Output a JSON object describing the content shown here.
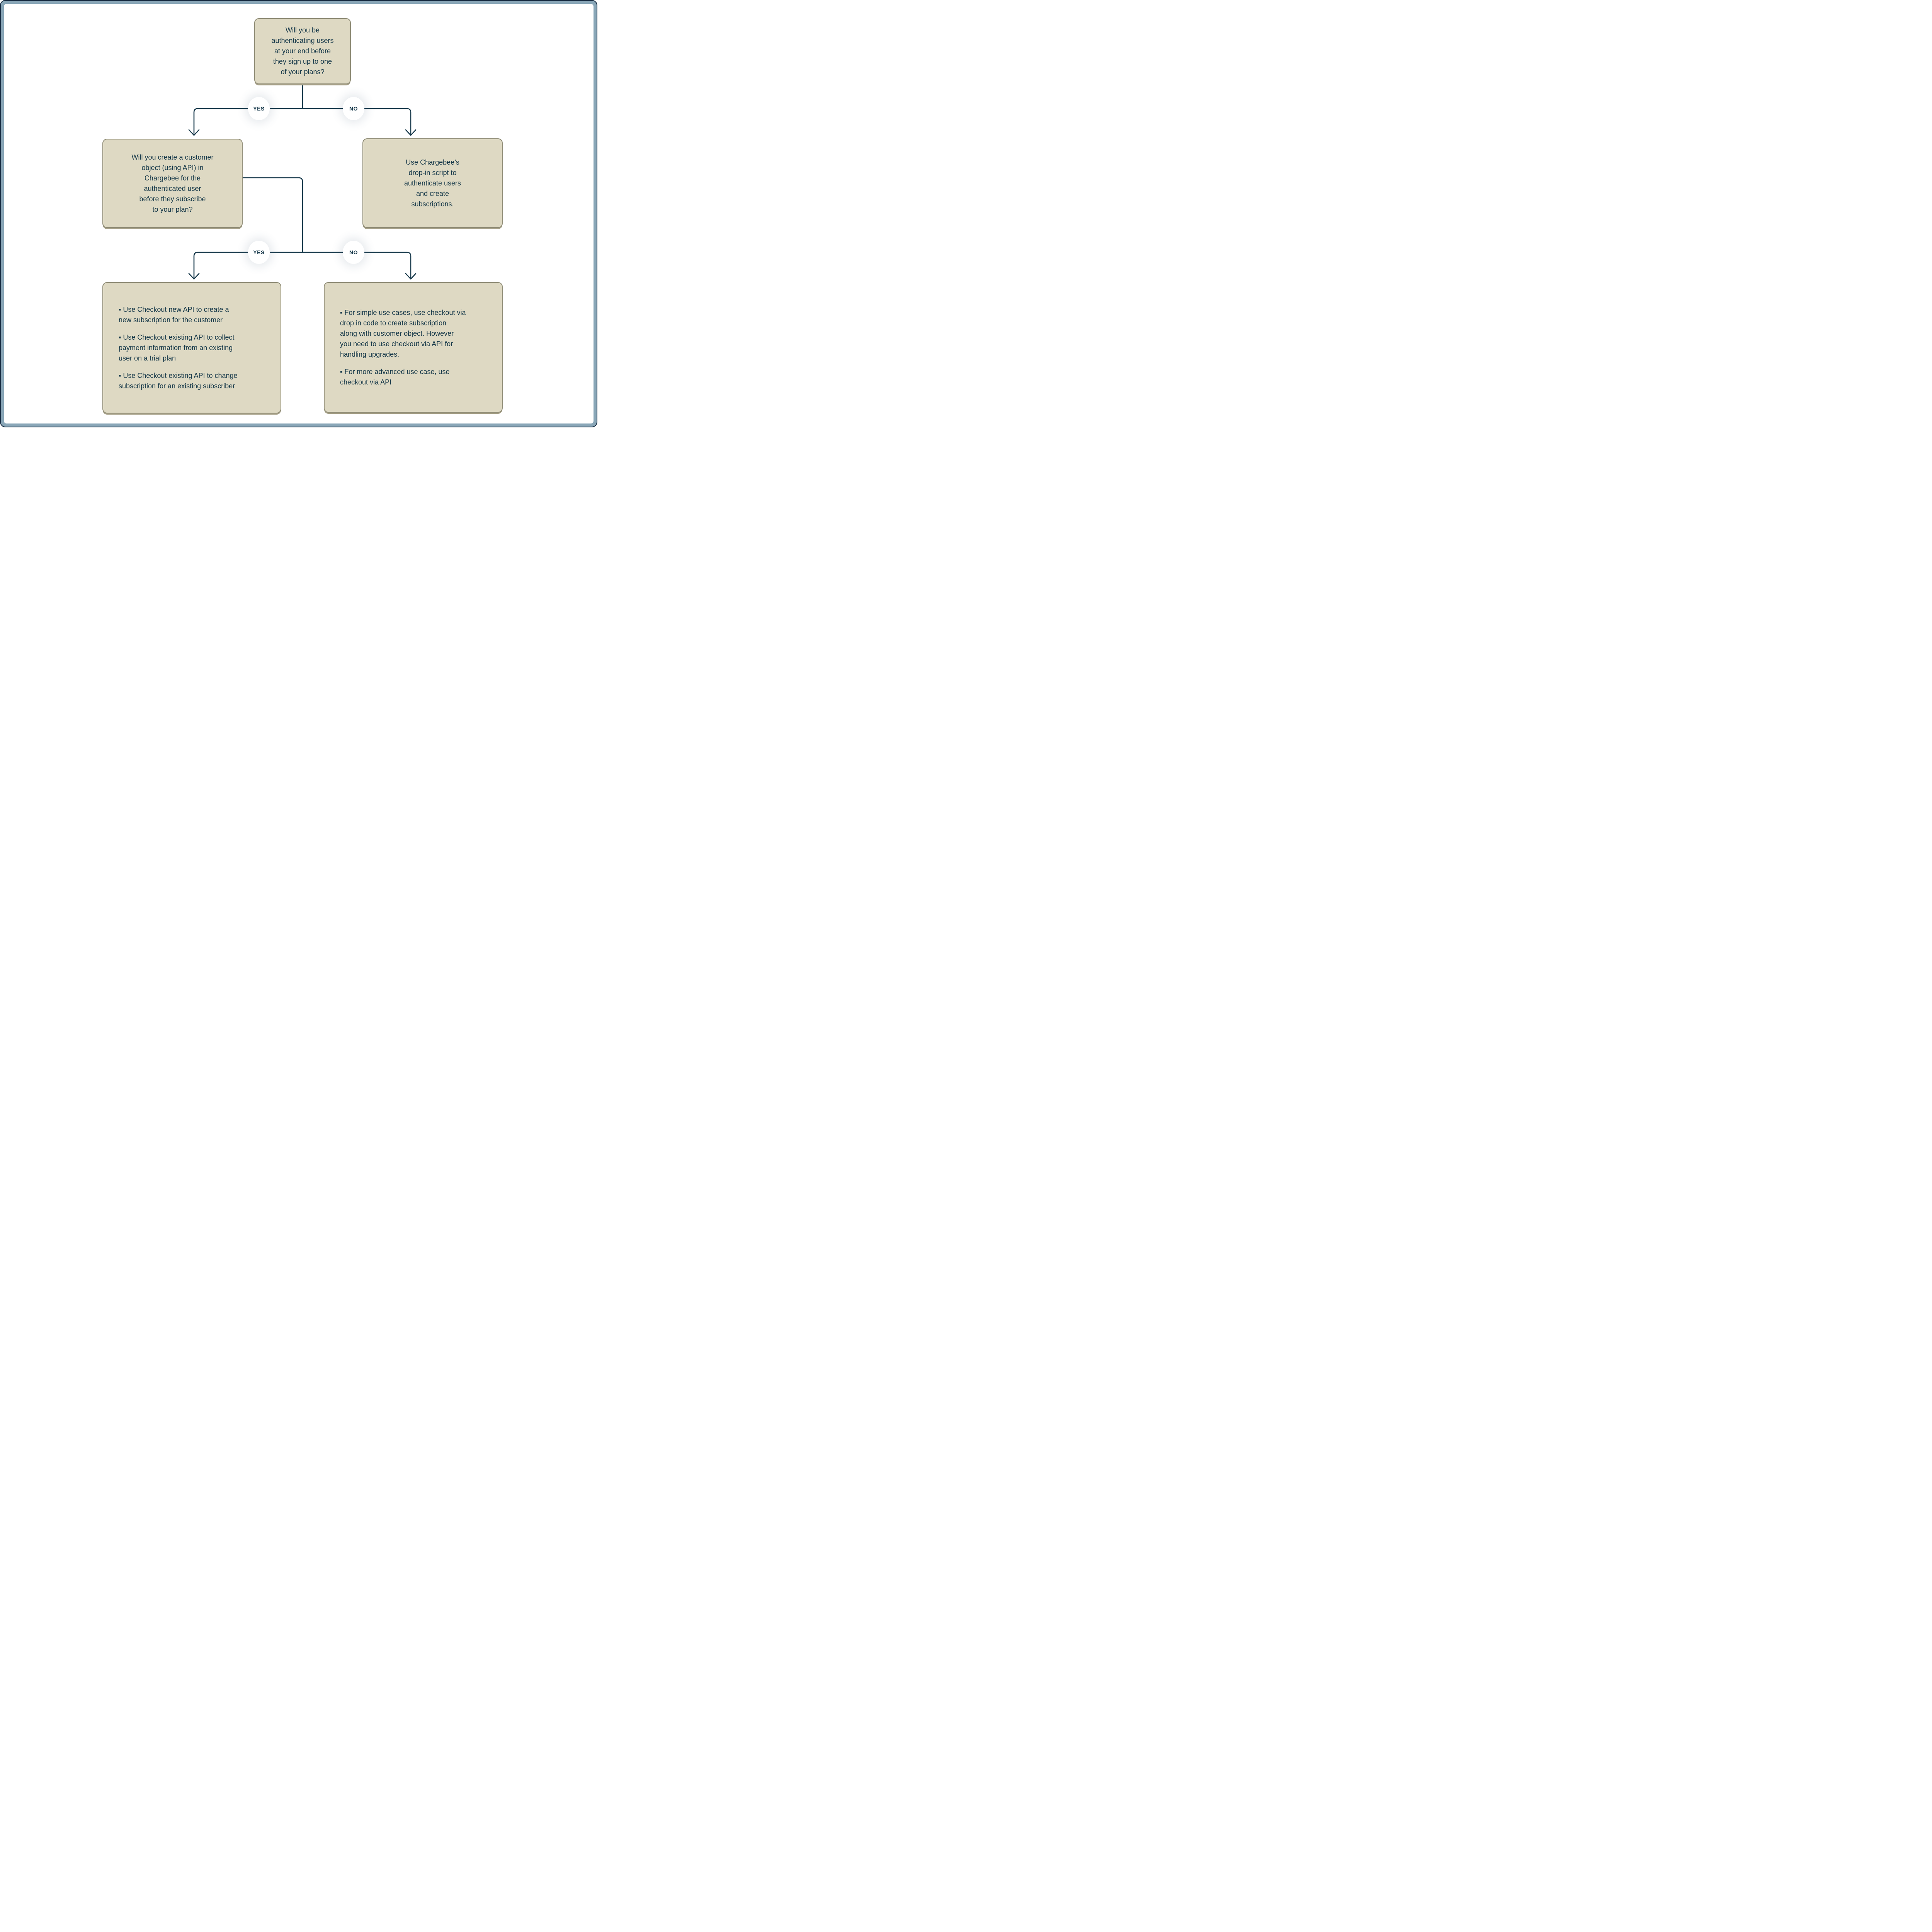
{
  "flow": {
    "root_question": "Will you be\nauthenticating users\nat your end before\nthey sign up to one\nof your plans?",
    "branch1": {
      "yes": "YES",
      "no": "NO"
    },
    "question2": "Will you create a customer\nobject (using API) in\nChargebee for the\nauthenticated user\nbefore they subscribe\nto your plan?",
    "answer_no": "Use Chargebee’s\ndrop-in script to\nauthenticate users\nand create\nsubscriptions.",
    "branch2": {
      "yes": "YES",
      "no": "NO"
    },
    "result_yes": {
      "bullets": [
        "▪ Use Checkout new API to create a\nnew subscription for the customer",
        "▪ Use Checkout existing API to collect\npayment information from an existing\nuser on a trial plan",
        "▪ Use Checkout existing API to change\nsubscription for an existing subscriber"
      ]
    },
    "result_no": {
      "bullets": [
        "▪ For simple use cases, use checkout via\ndrop in code to create subscription\nalong with customer object. However\nyou need to use checkout via API for\nhandling upgrades.",
        "▪ For more advanced use case, use\ncheckout via API"
      ]
    }
  },
  "colors": {
    "line": "#16384a",
    "text": "#133647",
    "box_fill": "#ded9c3",
    "box_border": "#8f8c76",
    "box_shadow": "#a59f86",
    "frame_border": "#8aa7b8",
    "frame_edge": "#1a2f44",
    "badge_bg": "#ffffff"
  }
}
